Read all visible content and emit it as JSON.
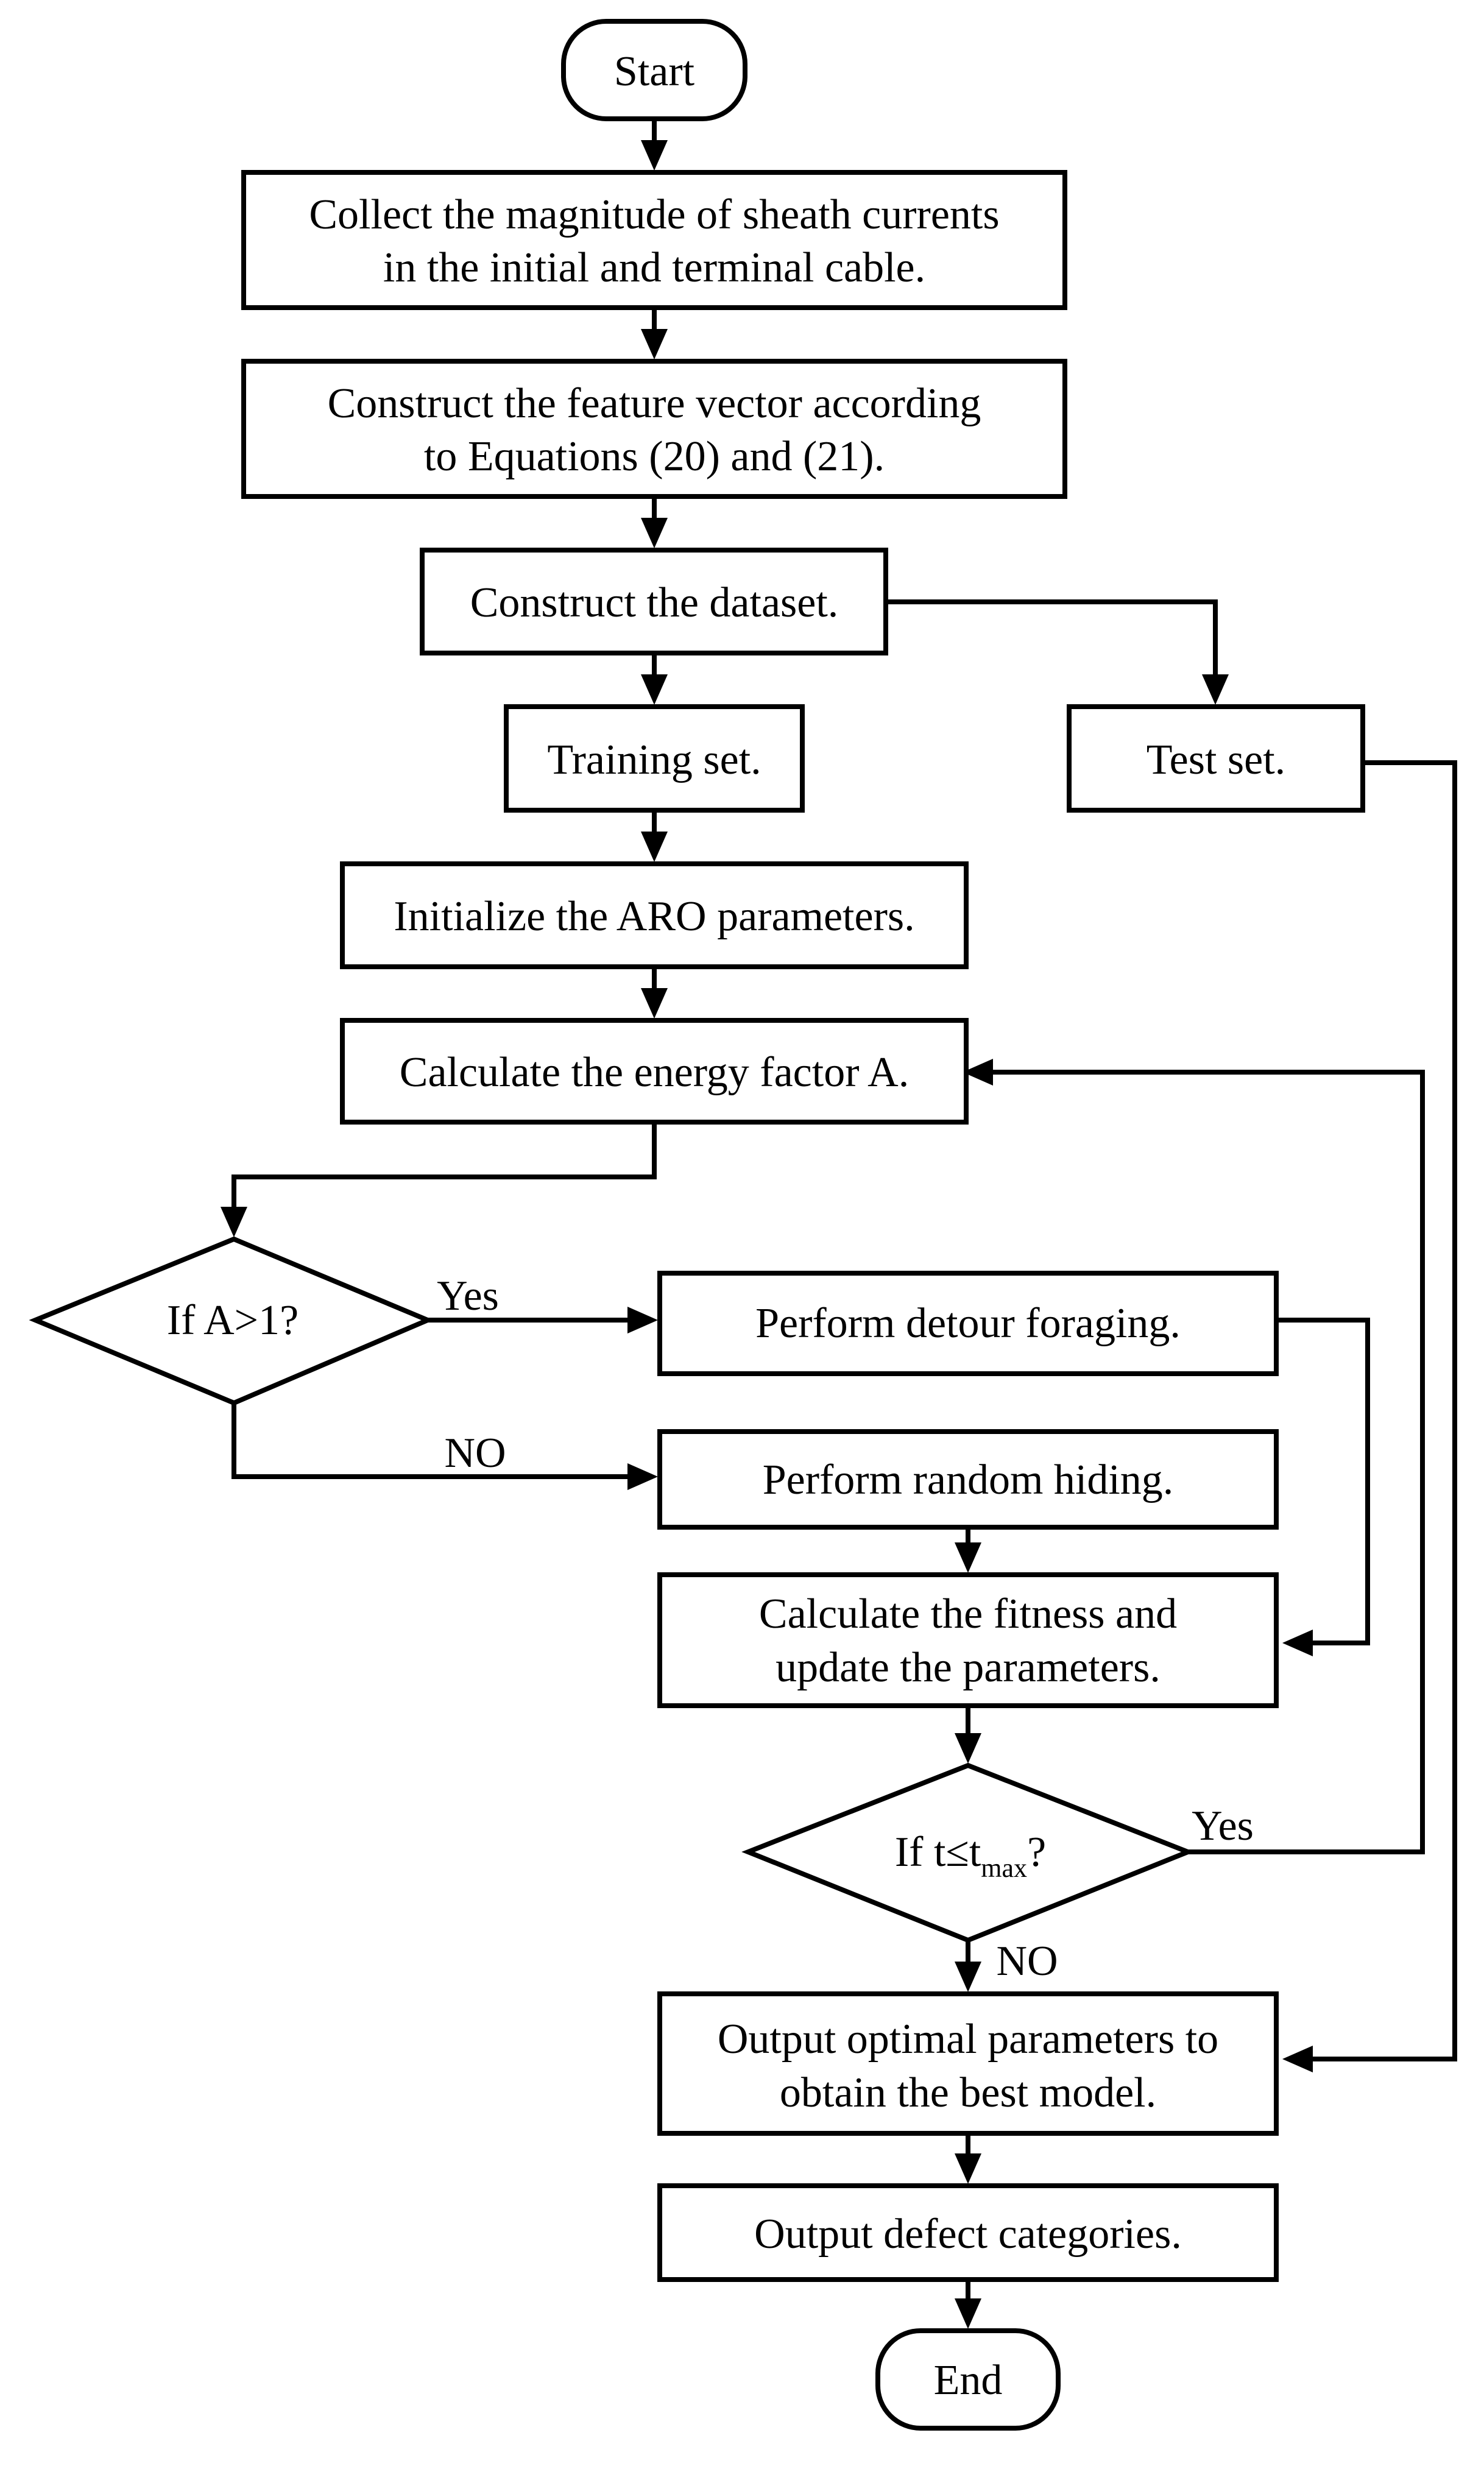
{
  "nodes": {
    "start": "Start",
    "collect": [
      "Collect the magnitude of sheath currents",
      "in the initial and terminal cable."
    ],
    "feature": [
      "Construct the feature vector according",
      "to Equations (20) and (21)."
    ],
    "dataset": "Construct the dataset.",
    "training": "Training set.",
    "test": "Test set.",
    "init": "Initialize the ARO parameters.",
    "energy": "Calculate the energy factor A.",
    "if_a": "If A>1?",
    "detour": "Perform detour foraging.",
    "hiding": "Perform random hiding.",
    "fitness": [
      "Calculate the fitness and",
      "update the parameters."
    ],
    "if_t": {
      "prefix": "If t≤t",
      "subscript": "max",
      "suffix": "?"
    },
    "output_params": [
      "Output optimal parameters to",
      "obtain the best model."
    ],
    "output_defect": "Output defect categories.",
    "end": "End"
  },
  "edge_labels": {
    "a_yes": "Yes",
    "a_no": "NO",
    "t_yes": "Yes",
    "t_no": "NO"
  }
}
